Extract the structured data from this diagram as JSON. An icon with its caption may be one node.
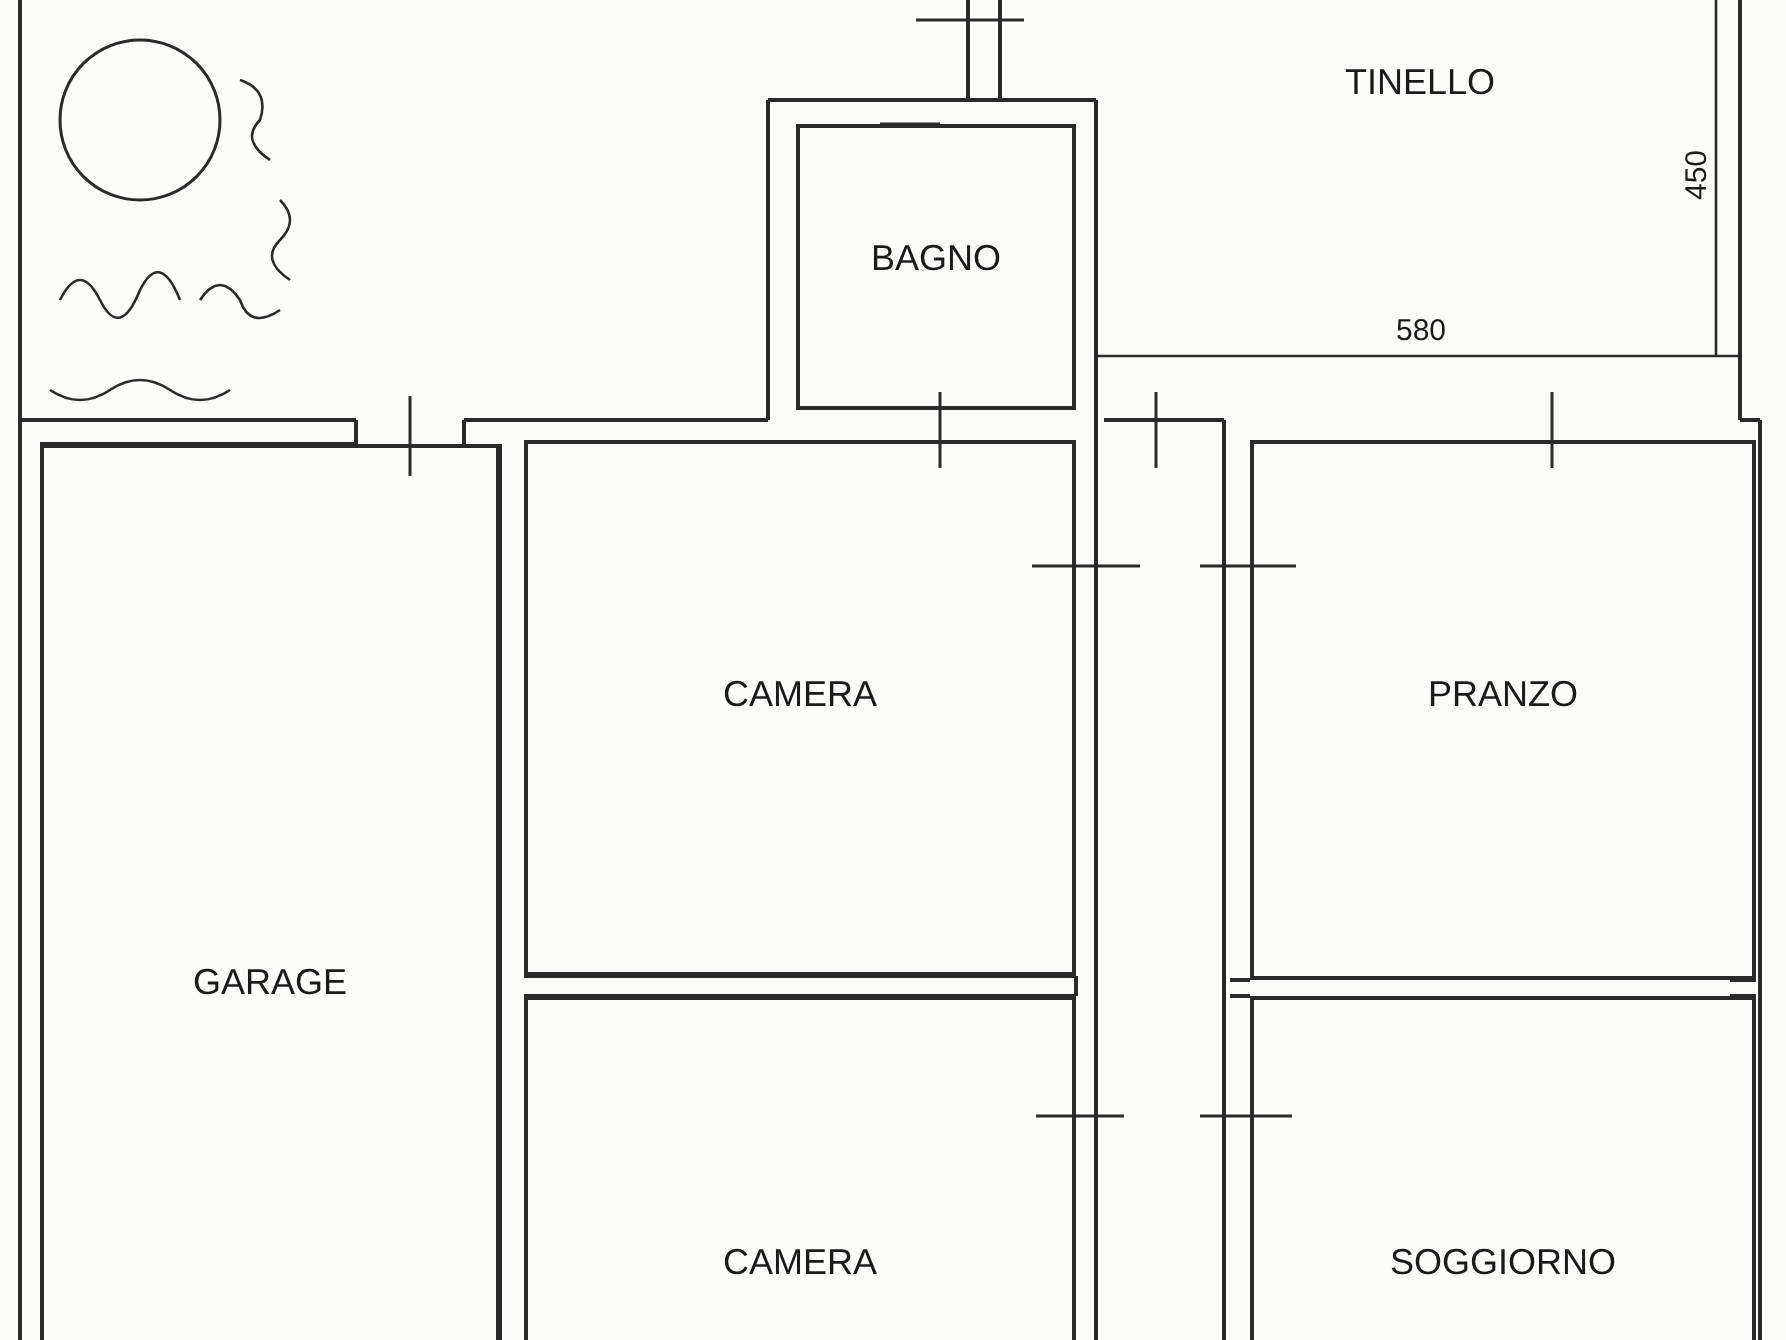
{
  "diagram": {
    "nodes": [
      {
        "text": [
          "TINELLO"
        ]
      },
      {
        "text": [
          "BAGNO"
        ]
      },
      {
        "text": [
          "CAMERA"
        ]
      },
      {
        "text": [
          "PRANZO"
        ]
      },
      {
        "text": [
          "GARAGE"
        ]
      },
      {
        "text": [
          "CAMERA"
        ]
      },
      {
        "text": [
          "SOGGIORNO"
        ]
      }
    ],
    "edges": [],
    "labels": [
      "450",
      "580"
    ]
  }
}
